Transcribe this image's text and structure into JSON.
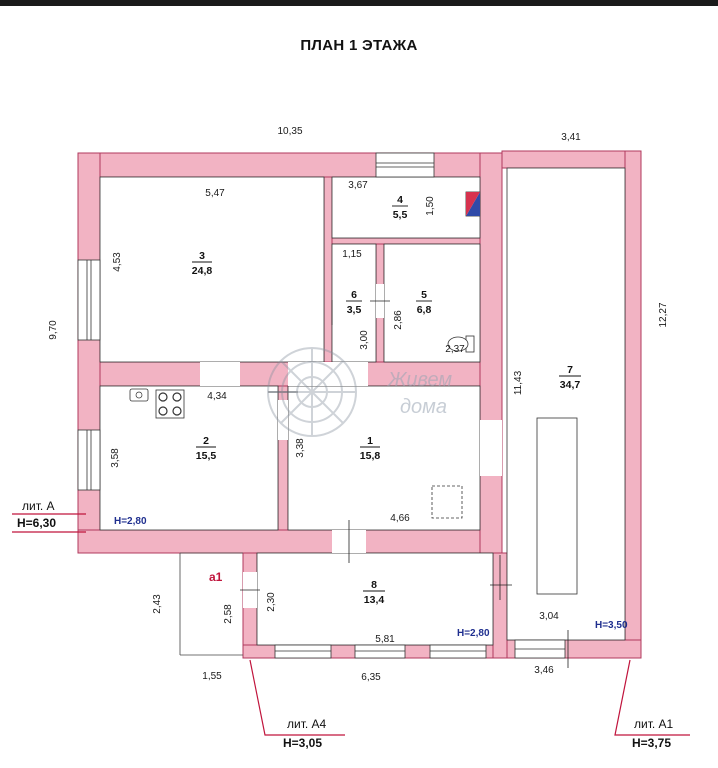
{
  "title": "ПЛАН 1 ЭТАЖА",
  "colors": {
    "wall": "#f2b3c3",
    "wall_edge": "#b03a5e",
    "outline": "#333333",
    "height_text": "#1f2f8f"
  },
  "rooms": [
    {
      "number": "1",
      "area": "15,8"
    },
    {
      "number": "2",
      "area": "15,5"
    },
    {
      "number": "3",
      "area": "24,8"
    },
    {
      "number": "4",
      "area": "5,5"
    },
    {
      "number": "5",
      "area": "6,8"
    },
    {
      "number": "6",
      "area": "3,5"
    },
    {
      "number": "7",
      "area": "34,7"
    },
    {
      "number": "8",
      "area": "13,4"
    }
  ],
  "dimensions": {
    "top_a": "10,35",
    "top_a1": "3,41",
    "left_total": "9,70",
    "right_total": "12,27",
    "r3_width": "5,47",
    "r3_height": "4,53",
    "r4_width": "3,67",
    "r4_height": "1,50",
    "r6_top": "1,15",
    "r6_height": "3,00",
    "r5_height": "2,86",
    "r5_width": "2,37",
    "r2_width": "4,34",
    "r2_height": "3,58",
    "r1_height": "3,38",
    "r1_width": "4,66",
    "r7_height": "11,43",
    "r7_width": "3,04",
    "r7_bottom": "3,46",
    "a4_outer_height": "2,43",
    "a4_inner_height": "2,58",
    "r8_height": "2,30",
    "r8_width": "5,81",
    "bottom_a4": "1,55",
    "bottom_total": "6,35"
  },
  "heights": {
    "r2": "H=2,80",
    "r8": "H=2,80",
    "r7": "H=3,50"
  },
  "labels": {
    "a1_marker": "а1",
    "lit_a": "лит. А",
    "lit_a_h": "H=6,30",
    "lit_a4": "лит. А4",
    "lit_a4_h": "H=3,05",
    "lit_a1": "лит. А1",
    "lit_a1_h": "H=3,75"
  },
  "watermark": {
    "line1": "Живем",
    "line2": "дома"
  }
}
